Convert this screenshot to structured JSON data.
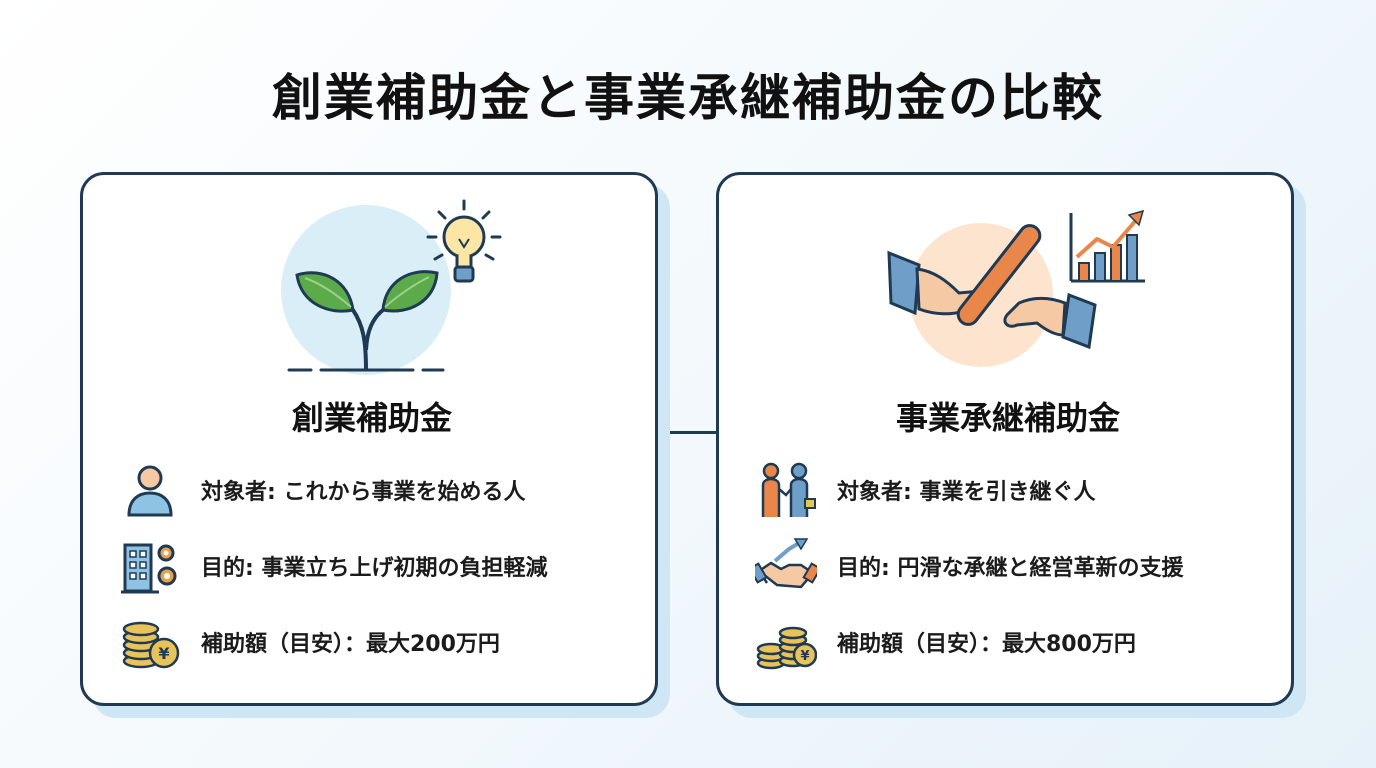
{
  "title": "創業補助金と事業承継補助金の比較",
  "left": {
    "name": "創業補助金",
    "target": "対象者: これから事業を始める人",
    "purpose": "目的: 事業立ち上げ初期の負担軽減",
    "amount": "補助額（目安）：最大200万円"
  },
  "right": {
    "name": "事業承継補助金",
    "target": "対象者: 事業を引き継ぐ人",
    "purpose": "目的: 円滑な承継と経営革新の支援",
    "amount": "補助額（目安）：最大800万円"
  },
  "icons": {
    "left_illustration": "sprout-lightbulb-illustration",
    "right_illustration": "baton-handover-growth-illustration",
    "left_target": "person-icon",
    "left_purpose": "building-gears-icon",
    "left_amount": "yen-coins-icon",
    "right_target": "two-people-handshake-icon",
    "right_purpose": "handshake-arrow-icon",
    "right_amount": "yen-coins-icon"
  },
  "colors": {
    "border": "#1f3a52",
    "leaf_green": "#5cab4a",
    "baton_orange": "#e9874a",
    "sleeve_blue": "#6f9fc9",
    "coin_gold": "#e8c25a"
  }
}
